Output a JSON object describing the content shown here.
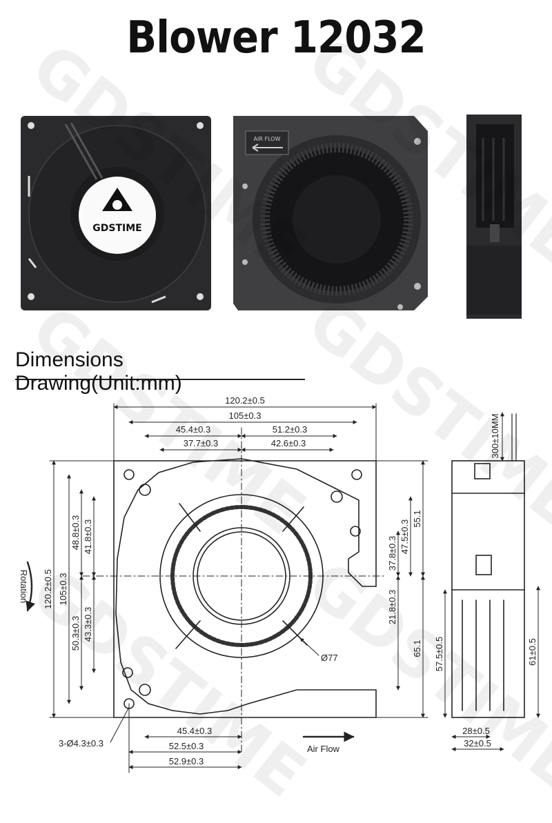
{
  "title": "Blower 12032",
  "dimensions_header": {
    "part1": "Dimensions",
    "part2": "Drawing(Unit:mm)"
  },
  "brand": {
    "logo_text": "GDSTIME",
    "watermark": "GDSTIME"
  },
  "photo_labels": {
    "airflow": "AIR FLOW"
  },
  "drawing": {
    "top": {
      "d1": "120.2±0.5",
      "d2": "105±0.3",
      "d3": "45.4±0.3",
      "d4": "51.2±0.3",
      "d5": "37.7±0.3",
      "d6": "42.6±0.3"
    },
    "left": {
      "rotation": "Rotation",
      "d1": "120.2±0.5",
      "d2": "105±0.3",
      "d3": "48.8±0.3",
      "d4": "41.8±0.3",
      "d5": "50.3±0.3",
      "d6": "43.3±0.3"
    },
    "right": {
      "d1": "37.8±0.3",
      "d2": "47.5±0.3",
      "d3": "55.1",
      "d4": "21.8±0.3",
      "d5": "65.1"
    },
    "diameter": "Ø77",
    "bottom": {
      "d1": "45.4±0.3",
      "d2": "52.5±0.3",
      "d3": "52.9±0.3",
      "holes": "3-Ø4.3±0.3"
    },
    "airflow": "Air Flow",
    "side": {
      "cable": "300±10MM",
      "d1": "57.5±0.5",
      "d2": "61±0.5",
      "d3": "28±0.5",
      "d4": "32±0.5"
    }
  }
}
